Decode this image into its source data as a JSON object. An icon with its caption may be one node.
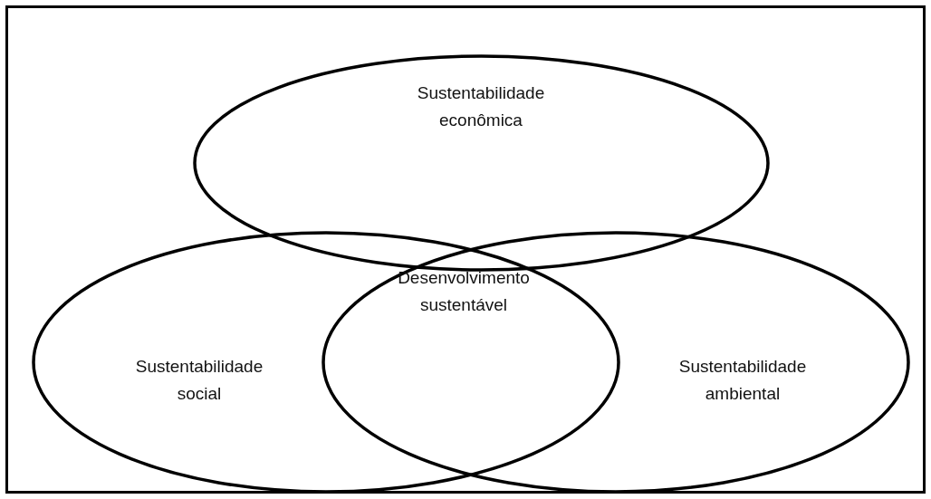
{
  "diagram": {
    "nodes": [
      {
        "text": [
          "Sustentabilidade econômica"
        ]
      },
      {
        "text": [
          "Sustentabilidade social"
        ]
      },
      {
        "text": [
          "Sustentabilidade ambiental"
        ]
      }
    ],
    "labels": [
      "Desenvolvimento sustentável"
    ]
  }
}
